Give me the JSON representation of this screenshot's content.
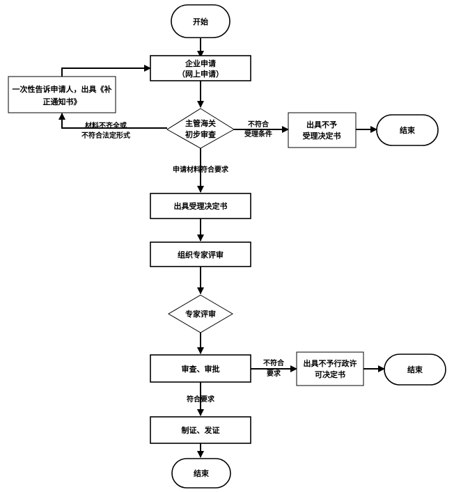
{
  "nodes": {
    "start": "开始",
    "apply_line1": "企业申请",
    "apply_line2": "（网上申请）",
    "notify_line1": "一次性告诉申请人，出具《补",
    "notify_line2": "正通知书》",
    "review_line1": "主管海关",
    "review_line2": "初步审查",
    "reject_line1": "出具不予",
    "reject_line2": "受理决定书",
    "end_top": "结束",
    "accept": "出具受理决定书",
    "organize": "组织专家评审",
    "expert": "专家评审",
    "approve": "审查、审批",
    "deny_line1": "出具不予行政许",
    "deny_line2": "可决定书",
    "end_middle": "结束",
    "issue": "制证、发证",
    "end_bottom": "结束"
  },
  "edge_labels": {
    "incomplete_line1": "材料不齐全或",
    "incomplete_line2": "不符合法定形式",
    "not_meet_line1": "不符合",
    "not_meet_line2": "受理条件",
    "meets": "申请材料符合要求",
    "fail_line1": "不符合",
    "fail_line2": "要求",
    "pass": "符合要求"
  }
}
